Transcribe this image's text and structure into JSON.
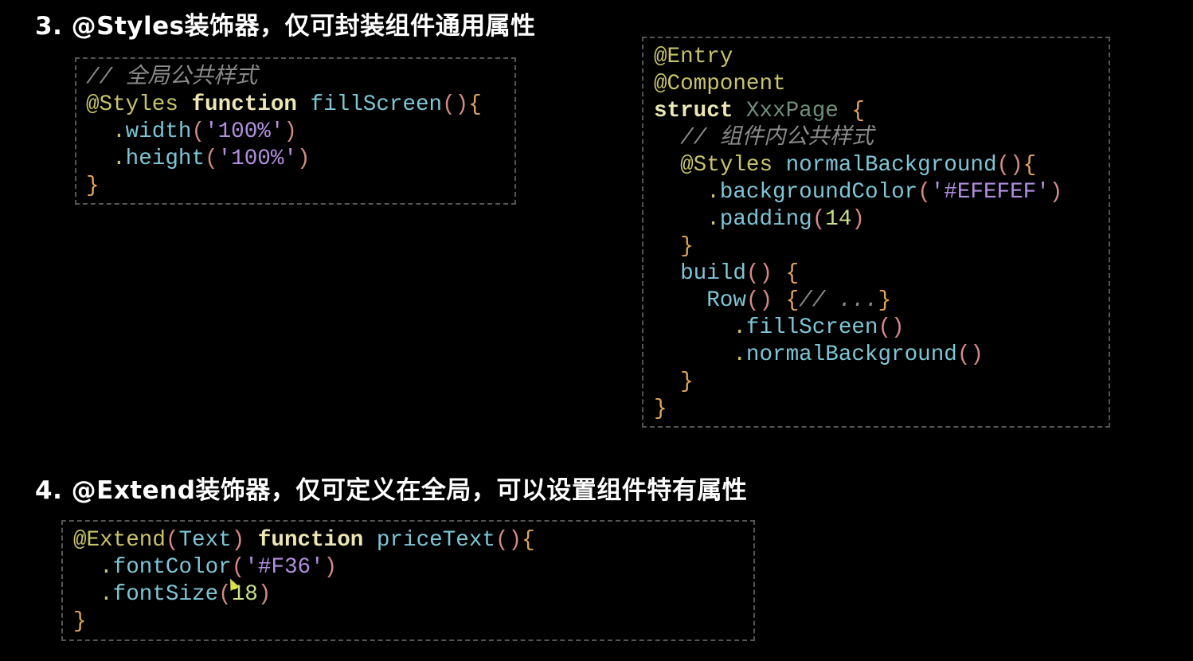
{
  "section3": {
    "title": "3. @Styles装饰器，仅可封装组件通用属性",
    "global_code": [
      {
        "indent": 0,
        "tokens": [
          {
            "t": "// 全局公共样式",
            "c": "cm"
          }
        ]
      },
      {
        "indent": 0,
        "tokens": [
          {
            "t": "@Styles",
            "c": "dec"
          },
          {
            "t": " ",
            "c": "pl"
          },
          {
            "t": "function",
            "c": "kw"
          },
          {
            "t": " ",
            "c": "pl"
          },
          {
            "t": "fillScreen",
            "c": "fn"
          },
          {
            "t": "()",
            "c": "par"
          },
          {
            "t": "{",
            "c": "br"
          }
        ]
      },
      {
        "indent": 1,
        "tokens": [
          {
            "t": ".",
            "c": "dot"
          },
          {
            "t": "width",
            "c": "fn"
          },
          {
            "t": "(",
            "c": "par"
          },
          {
            "t": "'100%'",
            "c": "str"
          },
          {
            "t": ")",
            "c": "par"
          }
        ]
      },
      {
        "indent": 1,
        "tokens": [
          {
            "t": ".",
            "c": "dot"
          },
          {
            "t": "height",
            "c": "fn"
          },
          {
            "t": "(",
            "c": "par"
          },
          {
            "t": "'100%'",
            "c": "str"
          },
          {
            "t": ")",
            "c": "par"
          }
        ]
      },
      {
        "indent": 0,
        "tokens": [
          {
            "t": "}",
            "c": "br"
          }
        ]
      }
    ],
    "component_code": [
      {
        "indent": 0,
        "tokens": [
          {
            "t": "@Entry",
            "c": "dec"
          }
        ]
      },
      {
        "indent": 0,
        "tokens": [
          {
            "t": "@Component",
            "c": "dec"
          }
        ]
      },
      {
        "indent": 0,
        "tokens": [
          {
            "t": "struct",
            "c": "kw"
          },
          {
            "t": " ",
            "c": "pl"
          },
          {
            "t": "XxxPage",
            "c": "ty"
          },
          {
            "t": " ",
            "c": "pl"
          },
          {
            "t": "{",
            "c": "br"
          }
        ]
      },
      {
        "indent": 1,
        "tokens": [
          {
            "t": "// 组件内公共样式",
            "c": "cm"
          }
        ]
      },
      {
        "indent": 1,
        "tokens": [
          {
            "t": "@Styles",
            "c": "dec"
          },
          {
            "t": " ",
            "c": "pl"
          },
          {
            "t": "normalBackground",
            "c": "fn"
          },
          {
            "t": "()",
            "c": "par"
          },
          {
            "t": "{",
            "c": "br"
          }
        ]
      },
      {
        "indent": 2,
        "tokens": [
          {
            "t": ".",
            "c": "dot"
          },
          {
            "t": "backgroundColor",
            "c": "fn"
          },
          {
            "t": "(",
            "c": "par"
          },
          {
            "t": "'#EFEFEF'",
            "c": "str"
          },
          {
            "t": ")",
            "c": "par"
          }
        ]
      },
      {
        "indent": 2,
        "tokens": [
          {
            "t": ".",
            "c": "dot"
          },
          {
            "t": "padding",
            "c": "fn"
          },
          {
            "t": "(",
            "c": "par"
          },
          {
            "t": "14",
            "c": "num"
          },
          {
            "t": ")",
            "c": "par"
          }
        ]
      },
      {
        "indent": 1,
        "tokens": [
          {
            "t": "}",
            "c": "br"
          }
        ]
      },
      {
        "indent": 1,
        "tokens": [
          {
            "t": "build",
            "c": "fn"
          },
          {
            "t": "()",
            "c": "par"
          },
          {
            "t": " ",
            "c": "pl"
          },
          {
            "t": "{",
            "c": "br"
          }
        ]
      },
      {
        "indent": 2,
        "tokens": [
          {
            "t": "Row",
            "c": "fn"
          },
          {
            "t": "()",
            "c": "par"
          },
          {
            "t": " ",
            "c": "pl"
          },
          {
            "t": "{",
            "c": "br"
          },
          {
            "t": "// ...",
            "c": "cm"
          },
          {
            "t": "}",
            "c": "br"
          }
        ]
      },
      {
        "indent": 3,
        "tokens": [
          {
            "t": ".",
            "c": "dot"
          },
          {
            "t": "fillScreen",
            "c": "fn"
          },
          {
            "t": "()",
            "c": "par"
          }
        ]
      },
      {
        "indent": 3,
        "tokens": [
          {
            "t": ".",
            "c": "dot"
          },
          {
            "t": "normalBackground",
            "c": "fn"
          },
          {
            "t": "()",
            "c": "par"
          }
        ]
      },
      {
        "indent": 1,
        "tokens": [
          {
            "t": "}",
            "c": "br"
          }
        ]
      },
      {
        "indent": 0,
        "tokens": [
          {
            "t": "}",
            "c": "br"
          }
        ]
      }
    ]
  },
  "section4": {
    "title": "4. @Extend装饰器，仅可定义在全局，可以设置组件特有属性",
    "extend_code": [
      {
        "indent": 0,
        "tokens": [
          {
            "t": "@Extend",
            "c": "dec"
          },
          {
            "t": "(",
            "c": "par"
          },
          {
            "t": "Text",
            "c": "fn"
          },
          {
            "t": ")",
            "c": "par"
          },
          {
            "t": " ",
            "c": "pl"
          },
          {
            "t": "function",
            "c": "kw"
          },
          {
            "t": " ",
            "c": "pl"
          },
          {
            "t": "priceText",
            "c": "fn"
          },
          {
            "t": "()",
            "c": "par"
          },
          {
            "t": "{",
            "c": "br"
          }
        ]
      },
      {
        "indent": 1,
        "tokens": [
          {
            "t": ".",
            "c": "dot"
          },
          {
            "t": "fontColor",
            "c": "fn"
          },
          {
            "t": "(",
            "c": "par"
          },
          {
            "t": "'#F36'",
            "c": "str"
          },
          {
            "t": ")",
            "c": "par"
          }
        ]
      },
      {
        "indent": 1,
        "tokens": [
          {
            "t": ".",
            "c": "dot"
          },
          {
            "t": "fontSize",
            "c": "fn"
          },
          {
            "t": "(",
            "c": "par"
          },
          {
            "t": "18",
            "c": "num"
          },
          {
            "t": ")",
            "c": "par"
          }
        ]
      },
      {
        "indent": 0,
        "tokens": [
          {
            "t": "}",
            "c": "br"
          }
        ]
      }
    ]
  },
  "icons": {
    "cursor": "mouse-pointer-icon"
  }
}
